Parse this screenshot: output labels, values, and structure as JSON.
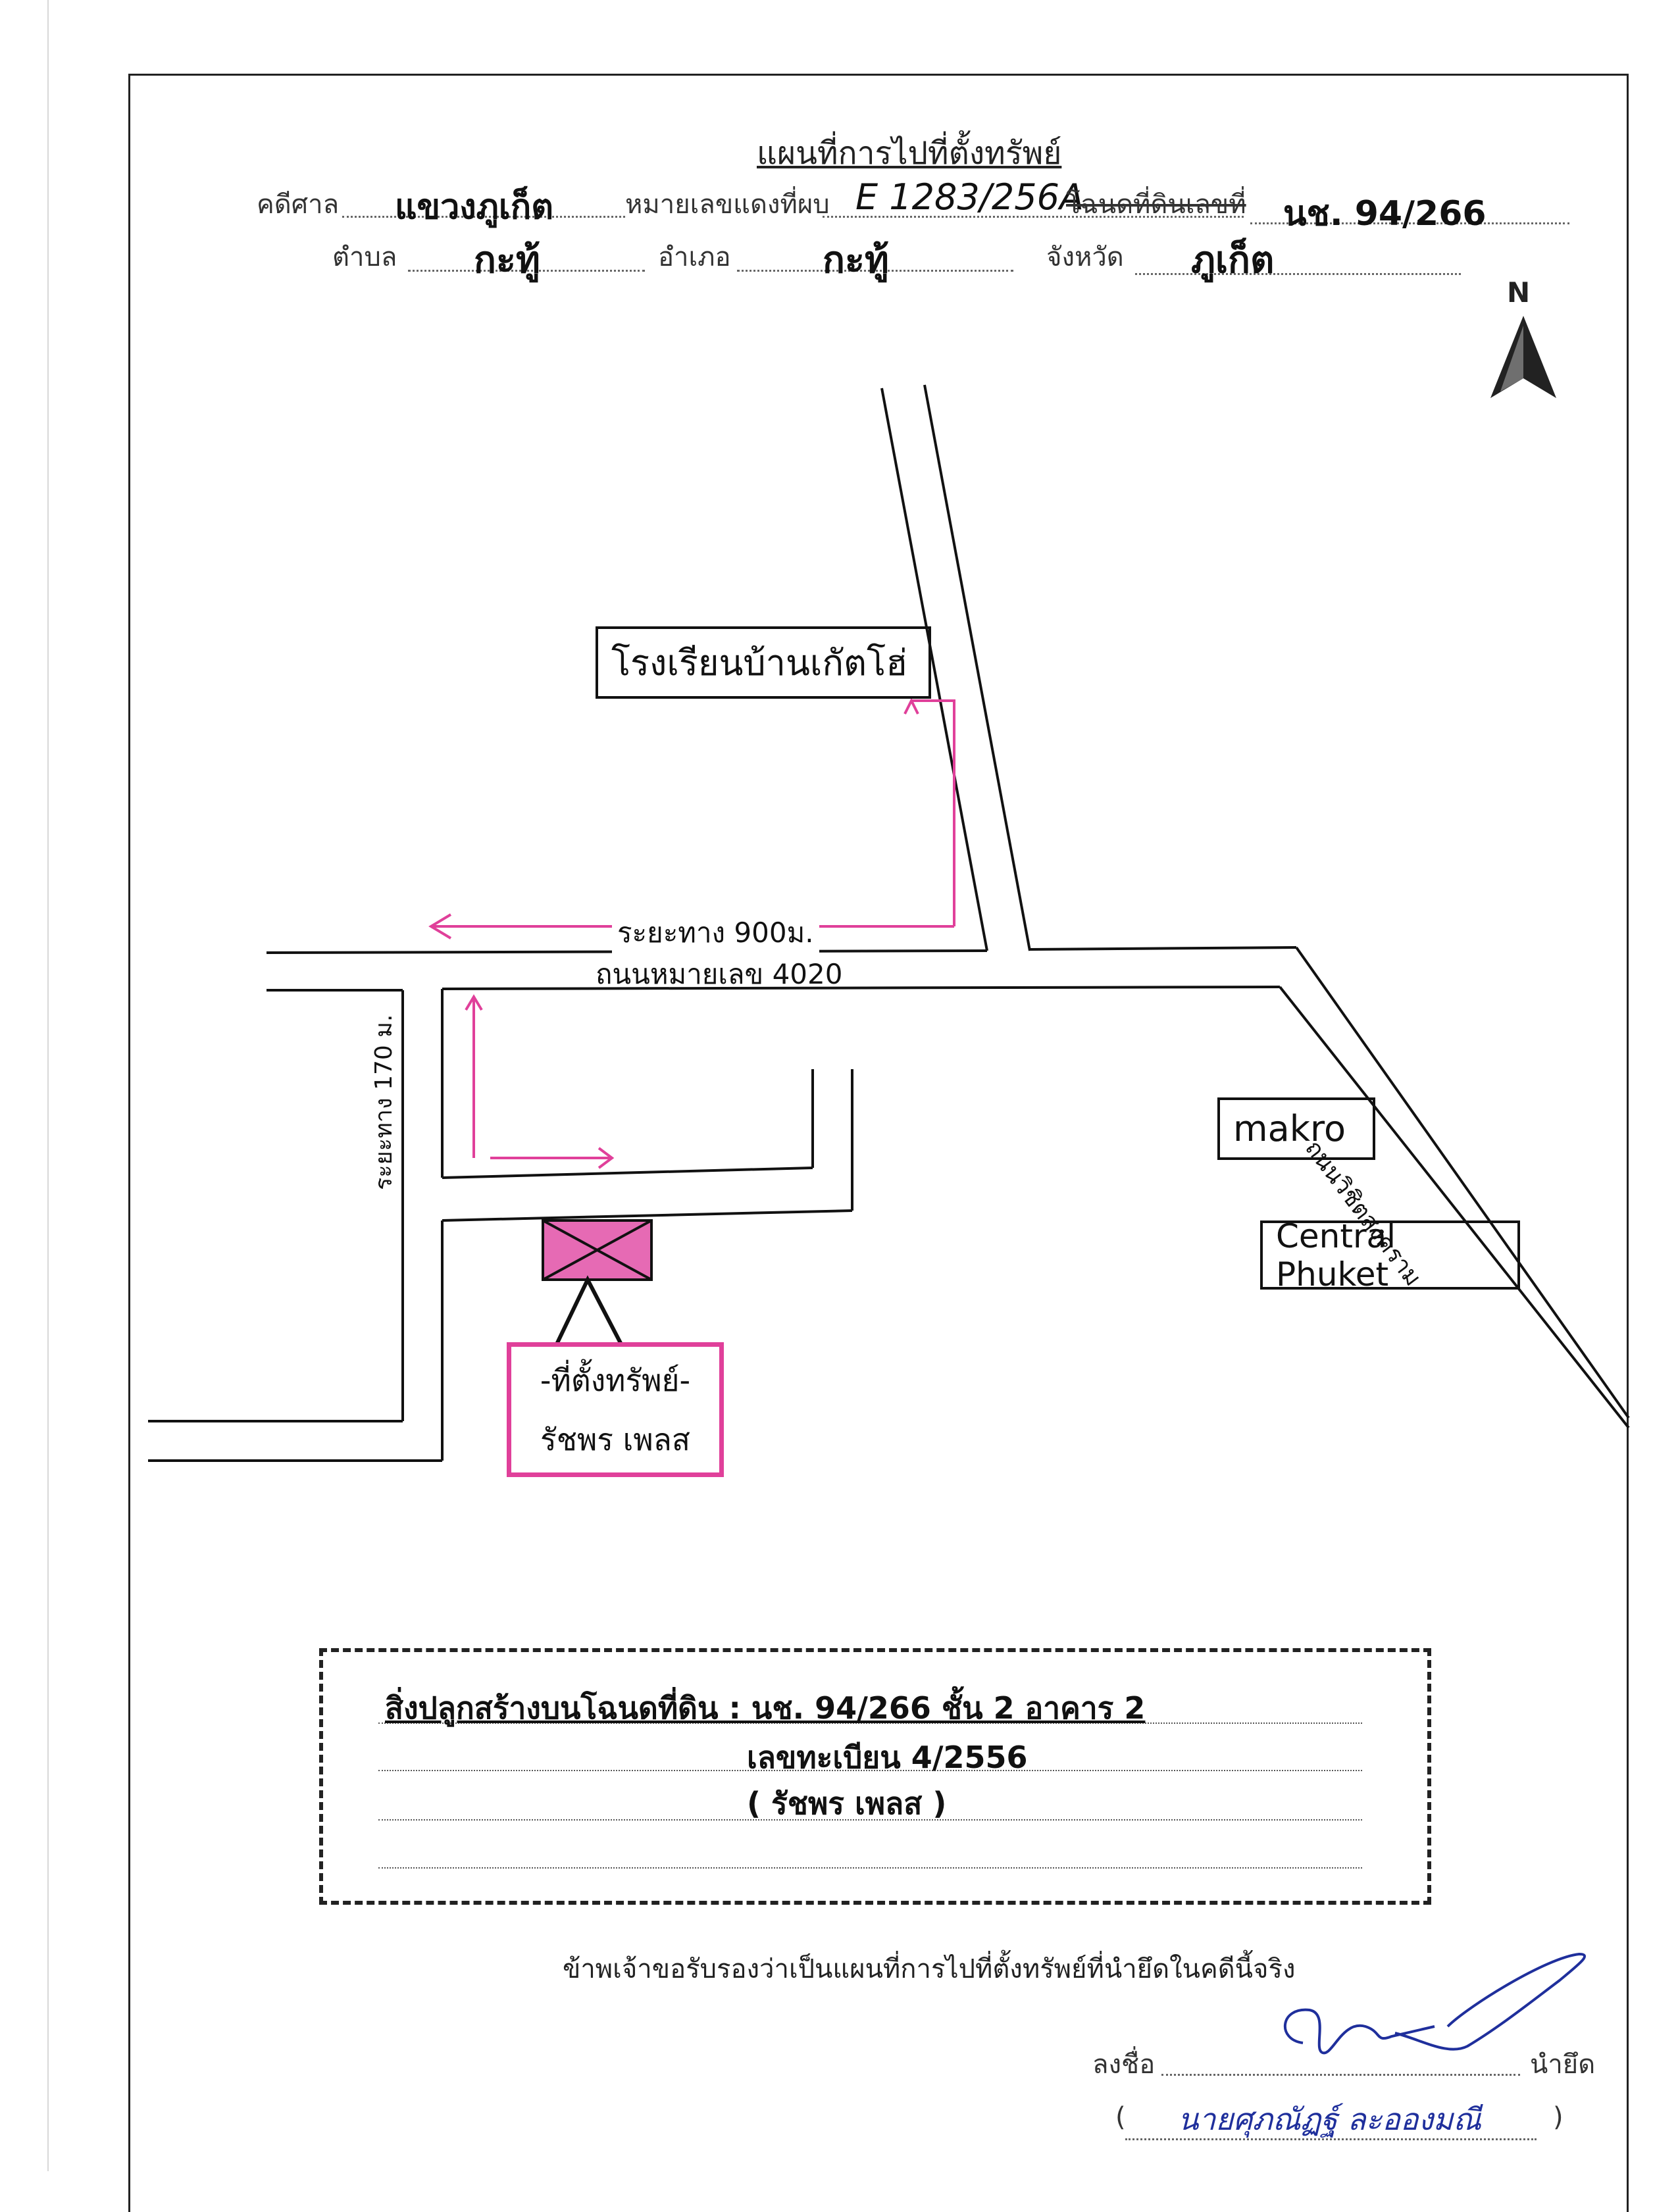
{
  "header": {
    "title": "แผนที่การไปที่ตั้งทรัพย์",
    "court_label": "คดีศาล",
    "court_value": "แขวงภูเก็ต",
    "case_no_label": "หมายเลขแดงที่ผบ",
    "case_no_value": "E 1283/256A",
    "deed_label": "โฉนดที่ดินเลขที่",
    "deed_value": "นช. 94/266",
    "subdistrict_label": "ตำบล",
    "subdistrict_value": "กะทู้",
    "district_label": "อำเภอ",
    "district_value": "กะทู้",
    "province_label": "จังหวัด",
    "province_value": "ภูเก็ต"
  },
  "compass": {
    "label": "N",
    "icon": "north-arrow-icon"
  },
  "map": {
    "school_label": "โรงเรียนบ้านเกัตโฮ่",
    "distance_900": "ระยะทาง 900ม.",
    "road_4020": "ถนนหมายเลข 4020",
    "distance_170": "ระยะทาง 170 ม.",
    "makro_label": "makro",
    "central_label": "Central Phuket",
    "wichit_road": "ถนนวิชิตสงคราม",
    "property_title": "-ที่ตั้งทรัพย์-",
    "property_name": "รัชพร เพลส",
    "accent_color": "#e0409a"
  },
  "details": {
    "line1": "สิ่งปลูกสร้างบนโฉนดที่ดิน : นช. 94/266  ชั้น 2  อาคาร 2",
    "line2": "เลขทะเบียน  4/2556",
    "line3": "( รัชพร เพลส )"
  },
  "certification": {
    "statement": "ข้าพเจ้าขอรับรองว่าเป็นแผนที่การไปที่ตั้งทรัพย์ที่นำยึดในคดีนี้จริง",
    "sign_label": "ลงชื่อ",
    "role_label": "นำยึด",
    "open_paren": "(",
    "signer_name": "นายศุภณัฏฐ์ ละอองมณี",
    "close_paren": ")"
  }
}
